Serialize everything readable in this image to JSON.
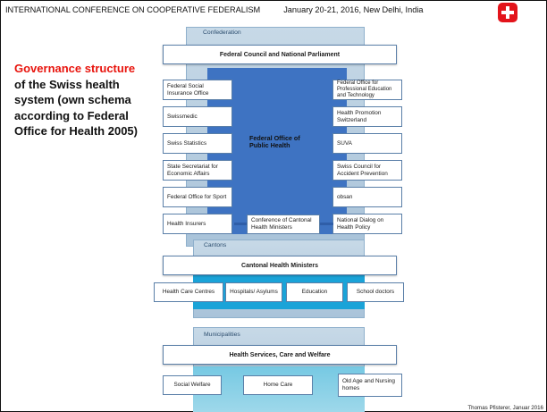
{
  "header": {
    "conference": "INTERNATIONAL CONFERENCE ON COOPERATIVE FEDERALISM",
    "date_place": "January 20-21, 2016, New Delhi, India"
  },
  "side_title": {
    "highlight": "Governance structure",
    "rest": "of the Swiss health system (own schema according to Federal Office for Health 2005)"
  },
  "diagram": {
    "confederation": {
      "label": "Confederation",
      "top_box": "Federal Council and National Parliament",
      "center": "Federal Office of Public Health",
      "left": [
        "Federal Social Insurance Office",
        "Swissmedic",
        "Swiss Statistics",
        "State Secretariat for Economic Affairs",
        "Federal Office for Sport",
        "Health Insurers"
      ],
      "right": [
        "Federal Office for Professional Education and Technology",
        "Health Promotion Switzerland",
        "SUVA",
        "Swiss Council for Accident Prevention",
        "obsan",
        "National Dialog on Health Policy"
      ],
      "bottom_center": "Conference of Cantonal Health Ministers"
    },
    "cantons": {
      "label": "Cantons",
      "top_box": "Cantonal Health Ministers",
      "items": [
        "Health Care Centres",
        "Hospitals/ Asylums",
        "Education",
        "School doctors"
      ]
    },
    "municipalities": {
      "label": "Municipalities",
      "top_box": "Health Services, Care and Welfare",
      "items": [
        "Social Welfare",
        "Home Care",
        "Old Age and Nursing homes"
      ]
    }
  },
  "footer": "Thomas Pfisterer, Januar 2016",
  "colors": {
    "accent_red": "#e8140d",
    "core_blue": "#3e73c2",
    "band_blue": "#b9d0e2",
    "teal": "#1aa3d8"
  }
}
